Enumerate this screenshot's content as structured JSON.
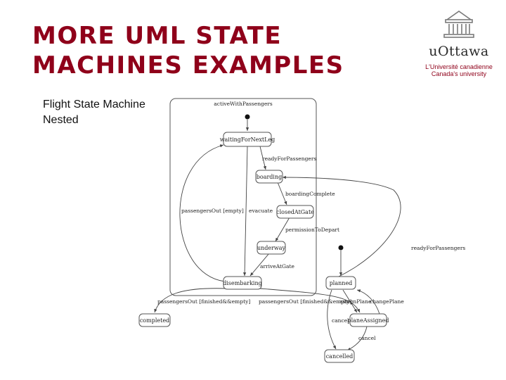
{
  "slide": {
    "title_line1": "MORE UML STATE",
    "title_line2": "MACHINES EXAMPLES",
    "subtitle_line1": "Flight State Machine",
    "subtitle_line2": "Nested"
  },
  "logo": {
    "name": "uOttawa",
    "line1": "L'Université canadienne",
    "line2": "Canada's university",
    "accent_color": "#8f001a"
  },
  "diagram": {
    "composite_state": "activeWithPassengers",
    "states": {
      "waiting": "waitingForNextLeg",
      "boarding": "boarding",
      "closed": "closedAtGate",
      "underway": "underway",
      "disembarking": "disembarking",
      "completed": "completed",
      "planned": "planned",
      "plane_assigned": "planeAssigned",
      "cancelled": "cancelled"
    },
    "transitions": {
      "ready_for_passengers_1": "readyForPassengers",
      "boarding_complete": "boardingComplete",
      "passengers_out_empty": "passengersOut [empty]",
      "evacuate": "evacuate",
      "permission_to_depart": "permissionToDepart",
      "arrive_at_gate": "arriveAtGate",
      "ready_for_passengers_2": "readyForPassengers",
      "passengers_out_finished_1": "passengersOut [finished&&empty]",
      "passengers_out_finished_2": "passengersOut [finished&&empty]",
      "assign_plane": "assignPlane",
      "change_plane": "changePlane",
      "cancel_1": "cancel",
      "cancel_2": "cancel"
    }
  }
}
